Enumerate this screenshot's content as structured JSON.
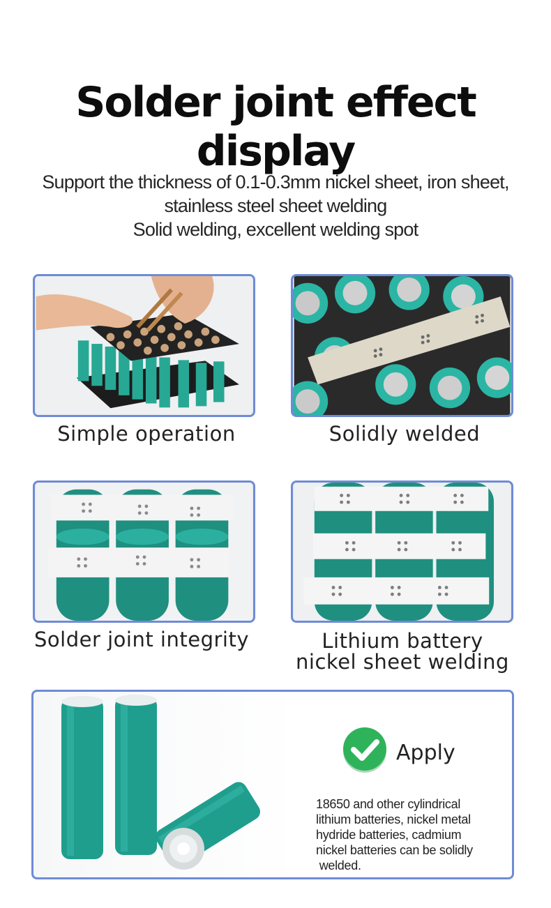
{
  "header": {
    "title": "Solder joint effect display",
    "subtitle_lines": [
      "Support the thickness of 0.1-0.3mm nickel sheet, iron sheet,",
      "stainless steel sheet welding",
      "Solid welding, excellent welding spot"
    ]
  },
  "gallery": [
    {
      "caption": "Simple operation",
      "image": "hands-welding-battery-pack"
    },
    {
      "caption": "Solidly welded",
      "image": "battery-holder-nickel-strip"
    },
    {
      "caption": "Solder joint integrity",
      "image": "welded-nickel-strips-cells"
    },
    {
      "caption_lines": [
        "Lithium battery",
        "nickel sheet welding"
      ],
      "image": "nickel-sheet-welding-cells"
    }
  ],
  "apply": {
    "label": "Apply",
    "icon": "check-circle-icon",
    "description_lines": [
      "18650 and other cylindrical",
      "lithium batteries, nickel metal",
      "hydride batteries, cadmium",
      "nickel batteries can be solidly",
      " welded."
    ]
  },
  "colors": {
    "card_border": "#6f8bd6",
    "battery_teal": "#1f9e8e",
    "check_green": "#2fb35a"
  }
}
